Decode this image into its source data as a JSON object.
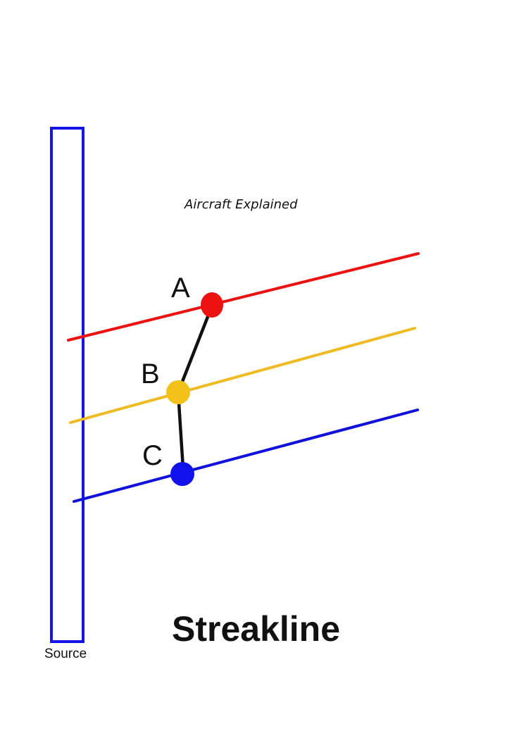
{
  "watermark": "Aircraft Explained",
  "title": "Streakline",
  "source_label": "Source",
  "points": [
    {
      "label": "A",
      "color": "#ee1111"
    },
    {
      "label": "B",
      "color": "#f2c21a"
    },
    {
      "label": "C",
      "color": "#1111ee"
    }
  ],
  "colors": {
    "source": "#1414e6",
    "red_line": "#ee1111",
    "yellow_line": "#eebb22",
    "blue_line": "#1111dd",
    "streakline": "#111111"
  }
}
